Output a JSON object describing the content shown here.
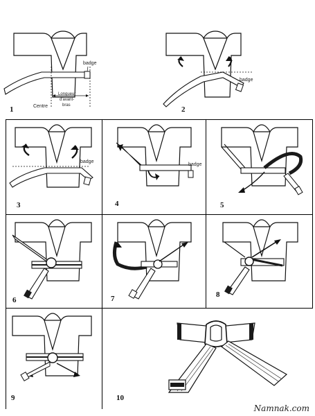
{
  "labels": {
    "badge": "badge",
    "badge_variant": "badge",
    "badge_step4": "badge",
    "centre": "Centre",
    "longueur_line1": "Longueur",
    "longueur_line2": "d'avant-",
    "longueur_line3": "bras"
  },
  "steps": [
    {
      "number": "1"
    },
    {
      "number": "2"
    },
    {
      "number": "3"
    },
    {
      "number": "4"
    },
    {
      "number": "5"
    },
    {
      "number": "6"
    },
    {
      "number": "7"
    },
    {
      "number": "8"
    },
    {
      "number": "9"
    },
    {
      "number": "10"
    }
  ],
  "watermark": "Namnak.com",
  "colors": {
    "ink": "#111111",
    "belt_dark": "#1a1a1a",
    "background": "#ffffff"
  }
}
